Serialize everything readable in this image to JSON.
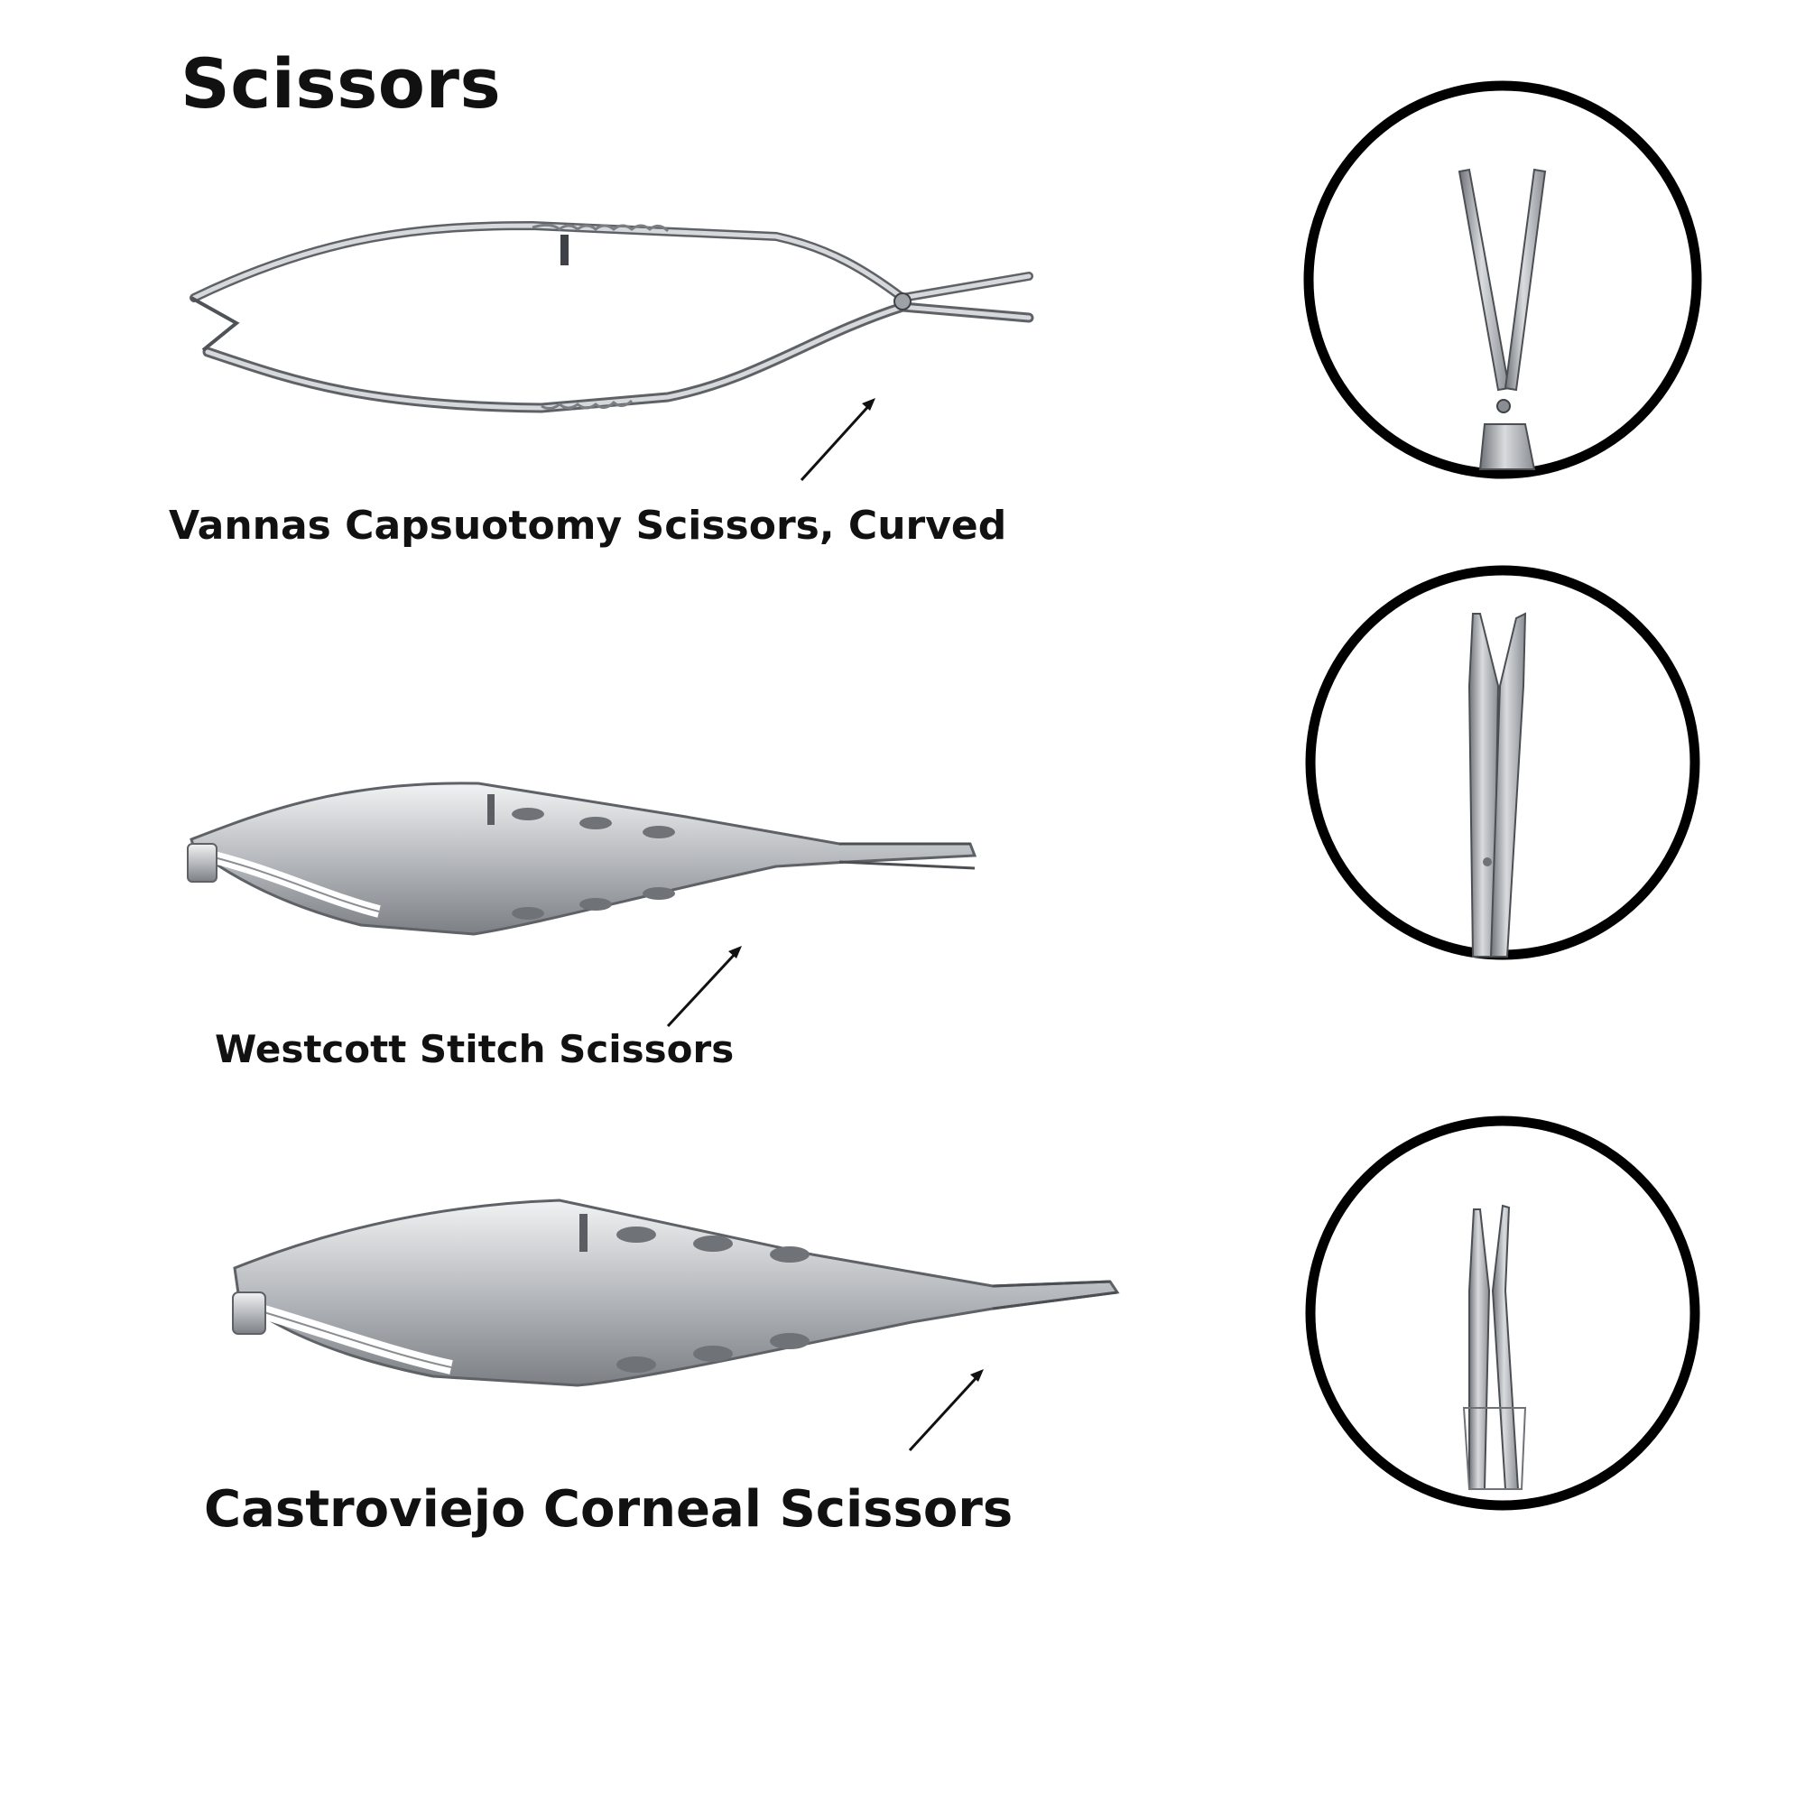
{
  "title": "Scissors",
  "items": [
    {
      "name": "Vannas Capsuotomy Scissors, Curved"
    },
    {
      "name": "Westcott Stitch Scissors"
    },
    {
      "name": "Castroviejo Corneal Scissors"
    }
  ],
  "colors": {
    "steel_light": "#e4e6e8",
    "steel_mid": "#b9bcc0",
    "steel_dark": "#6f7378",
    "circle_stroke": "#000000",
    "arrow": "#111111"
  }
}
